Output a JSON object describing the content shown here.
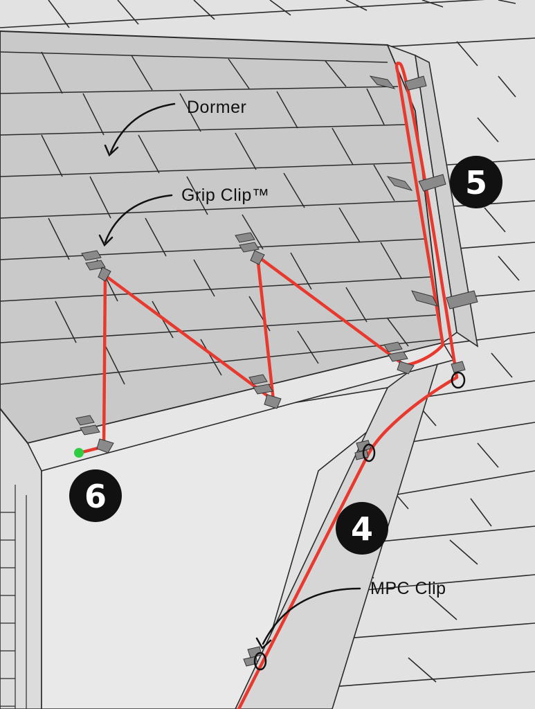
{
  "labels": {
    "dormer": "Dormer",
    "grip_clip": "Grip Clip™",
    "mpc_clip": "MPC Clip"
  },
  "steps": {
    "four": "4",
    "five": "5",
    "six": "6"
  },
  "colors": {
    "cable": "#e8392e",
    "roof_fill": "#c9c9c9",
    "main_roof_fill": "#e2e2e2",
    "wall_fill": "#e9e9e9",
    "outline": "#2a2a2a",
    "clip": "#8a8a8a",
    "marker": "#111111",
    "cable_end": "#2ecc40"
  },
  "icons": {
    "clip": "grip-clip-icon",
    "mpc": "mpc-clip-icon",
    "arrow": "curved-arrow-icon",
    "end": "cable-end-dot-icon"
  }
}
